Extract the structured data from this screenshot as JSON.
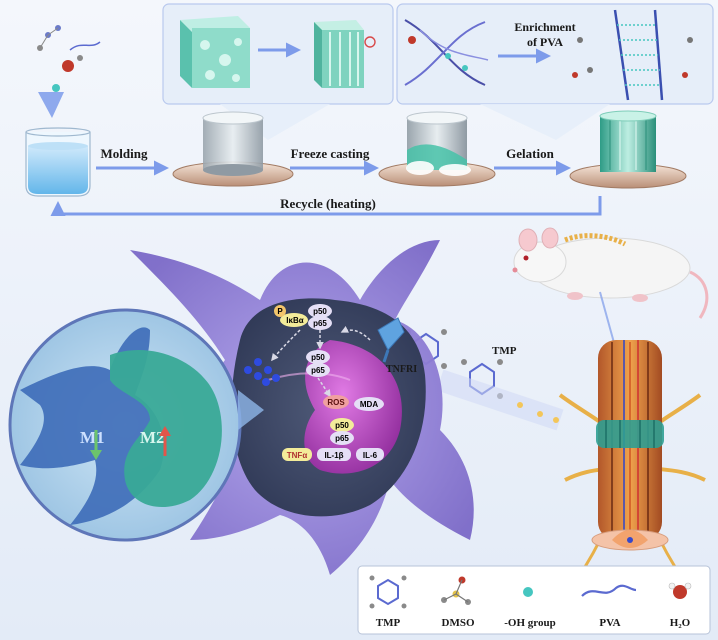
{
  "process": {
    "molding": "Molding",
    "freeze_casting": "Freeze casting",
    "gelation": "Gelation",
    "enrichment_line1": "Enrichment",
    "enrichment_line2": "of PVA",
    "recycle": "Recycle  (heating)"
  },
  "cell": {
    "p": "P",
    "ikba": "IκBα",
    "p50": "p50",
    "p65": "p65",
    "p50b": "p50",
    "p65b": "p65",
    "ros": "ROS",
    "mda": "MDA",
    "p50c": "p50",
    "p65c": "p65",
    "tnfa": "TNFα",
    "il1b": "IL-1β",
    "il6": "IL-6",
    "tnfri": "TNFRI",
    "tmp": "TMP"
  },
  "macrophage": {
    "m1": "M1",
    "m2": "M2"
  },
  "legend": {
    "items": [
      {
        "label": "TMP",
        "icon": "tmp-molecule-icon"
      },
      {
        "label": "DMSO",
        "icon": "dmso-molecule-icon"
      },
      {
        "label": "-OH group",
        "icon": "oh-group-icon"
      },
      {
        "label": "PVA",
        "icon": "pva-chain-icon"
      },
      {
        "label": "H₂O",
        "icon": "water-molecule-icon"
      }
    ]
  },
  "colors": {
    "arrow": "#7d9bea",
    "neuron": "#8f7fd6",
    "teal": "#3fb8a2",
    "nucleus": "#b93fc2",
    "m1_arrow": "#6cc46c",
    "m2_arrow": "#e2564a"
  }
}
